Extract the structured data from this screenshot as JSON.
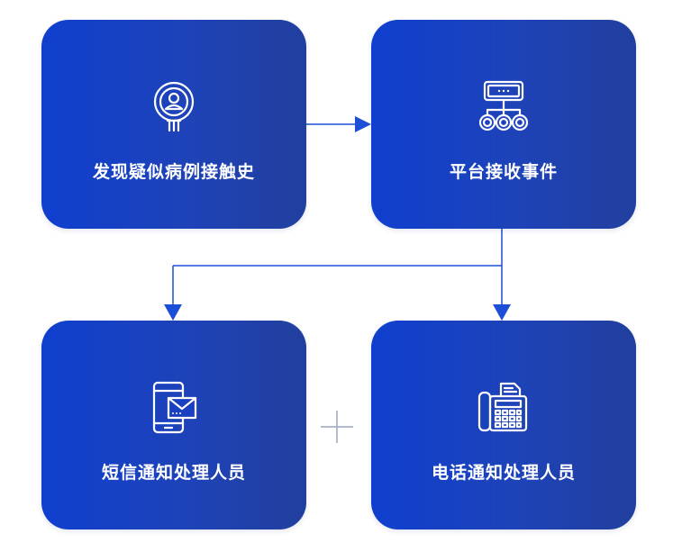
{
  "colors": {
    "card_start": "#0f3fcf",
    "card_end": "#213f9e",
    "connector": "#1d4ed8",
    "plus": "#9aa6bf",
    "text": "#ffffff"
  },
  "cards": [
    {
      "label": "发现疑似病例接触史",
      "icon": "search-person-icon"
    },
    {
      "label": "平台接收事件",
      "icon": "network-hierarchy-icon"
    },
    {
      "label": "短信通知处理人员",
      "icon": "phone-message-icon"
    },
    {
      "label": "电话通知处理人员",
      "icon": "fax-telephone-icon"
    }
  ]
}
